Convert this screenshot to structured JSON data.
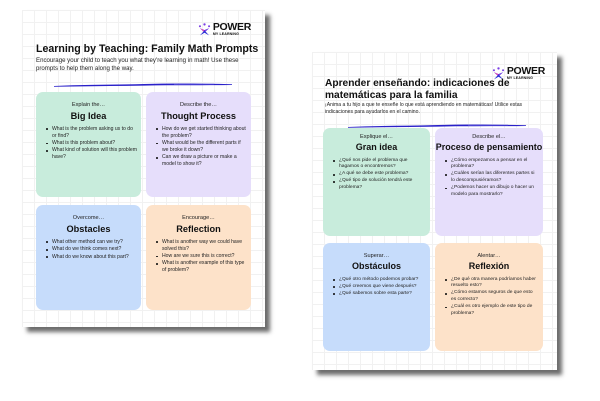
{
  "brand": {
    "name": "POWER",
    "tagline": "MY LEARNING",
    "icon": "power-my-learning-star-logo",
    "colors": {
      "purple": "#7b3fe4",
      "blue": "#2b2fd6",
      "pink": "#e23fb4"
    }
  },
  "brush_color": "#2a21c9",
  "documents": {
    "english": {
      "title": "Learning by Teaching: Family Math Prompts",
      "subtitle": "Encourage your child to teach you what they’re learning in math! Use these prompts to help them along the way.",
      "cards": [
        {
          "kicker": "Explain the…",
          "heading": "Big Idea",
          "color": "#c8ecdc",
          "items": [
            "What is the problem asking us to do or find?",
            "What is this problem about?",
            "What kind of solution will this problem have?"
          ]
        },
        {
          "kicker": "Describe the…",
          "heading": "Thought Process",
          "color": "#e6defb",
          "items": [
            "How do we get started thinking about the problem?",
            "What would be the different parts if we broke it down?",
            "Can we draw a picture or make a model to show it?"
          ]
        },
        {
          "kicker": "Overcome…",
          "heading": "Obstacles",
          "color": "#c6dcfb",
          "items": [
            "What other method can we try?",
            "What do we think comes next?",
            "What do we know about this part?"
          ]
        },
        {
          "kicker": "Encourage…",
          "heading": "Reflection",
          "color": "#fde2c9",
          "items": [
            "What is another way we could have solved this?",
            "How are we sure this is correct?",
            "What is another example of this type of problem?"
          ]
        }
      ]
    },
    "spanish": {
      "title": "Aprender enseñando: indicaciones de matemáticas para la familia",
      "subtitle": "¡Anima a tu hijo a que te enseñe lo que está aprendiendo en matemáticas! Utilice estas indicaciones para ayudarlos en el camino.",
      "cards": [
        {
          "kicker": "Explique el…",
          "heading": "Gran idea",
          "color": "#c8ecdc",
          "items": [
            "¿Qué nos pide el problema que hagamos o encontremos?",
            "¿A qué se debe este problema?",
            "¿Qué tipo de solución tendrá este problema?"
          ]
        },
        {
          "kicker": "Describe el…",
          "heading": "Proceso de pensamiento",
          "color": "#e6defb",
          "items": [
            "¿Cómo empezamos a pensar en el problema?",
            "¿Cuáles serían las diferentes partes si lo descompusiéramos?",
            "¿Podemos hacer un dibujo o hacer un modelo para mostrarlo?"
          ]
        },
        {
          "kicker": "Superar…",
          "heading": "Obstáculos",
          "color": "#c6dcfb",
          "items": [
            "¿Qué otro método podemos probar?",
            "¿Qué creemos que viene después?",
            "¿Qué sabemos sobre esta parte?"
          ]
        },
        {
          "kicker": "Alentar…",
          "heading": "Reflexión",
          "color": "#fde2c9",
          "items": [
            "¿De qué otra manera podríamos haber resuelto esto?",
            "¿Cómo estamos seguros de que esto es correcto?",
            "¿Cuál es otro ejemplo de este tipo de problema?"
          ]
        }
      ]
    }
  }
}
